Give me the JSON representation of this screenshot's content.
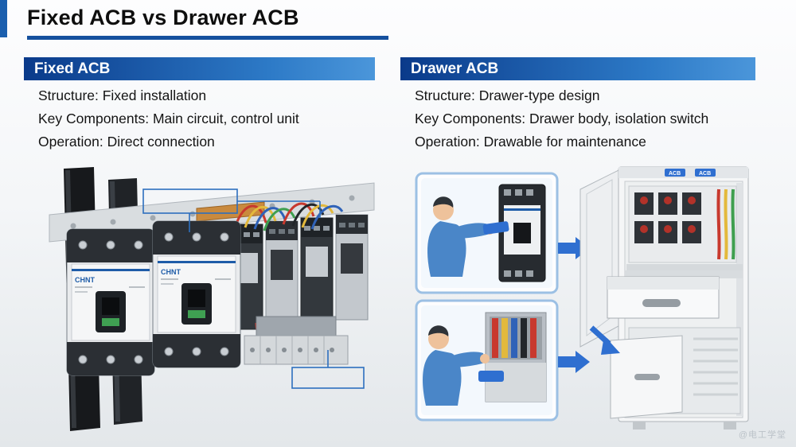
{
  "page": {
    "title": "Fixed ACB vs Drawer ACB",
    "watermark": "@电工学堂"
  },
  "panels": {
    "fixed": {
      "header": "Fixed ACB",
      "specs": [
        "Structure: Fixed installation",
        "Key Components: Main circuit, control unit",
        "Operation: Direct connection"
      ],
      "brand_label": "CHNT"
    },
    "drawer": {
      "header": "Drawer ACB",
      "specs": [
        "Structure: Drawer-type design",
        "Key Components: Drawer body, isolation switch",
        "Operation: Drawable for maintenance"
      ],
      "cabinet_label": "ACB"
    }
  },
  "colors": {
    "accent_blue": "#1b5fae",
    "header_gradient_start": "#0a3a8a",
    "header_gradient_end": "#4b96da",
    "title_underline": "#15509e",
    "highlight_overlay": "#2d6fbe",
    "wire_red": "#c8392e",
    "wire_yellow": "#e3b93c",
    "wire_blue": "#2f62b8",
    "wire_green": "#3f9f4f"
  }
}
